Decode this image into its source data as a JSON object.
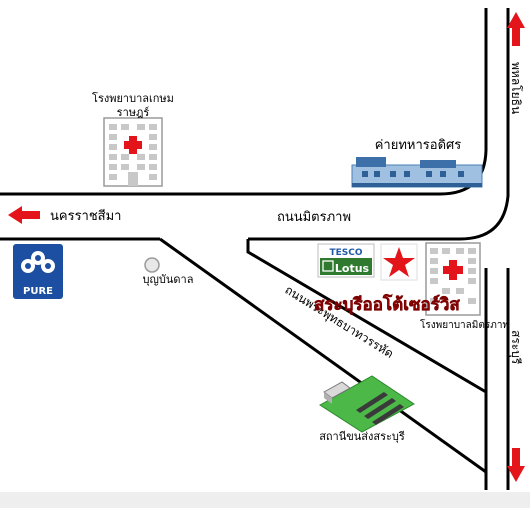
{
  "labels": {
    "nakhon_ratchasima": "นครราชสีมา",
    "mittraphap_road": "ถนนมิตรภาพ",
    "phahonyothin_road": "พหลโยธิน",
    "saraburi_right": "สระบุรี",
    "kasem_hospital_line1": "โรงพยาบาลเกษม",
    "kasem_hospital_line2": "ราษฎร์",
    "army_camp": "ค่ายทหารอดิศร",
    "bunyandan": "บุญบันดาล",
    "phraratsaeng_road": "ถนนพระพุทธบาทวรรหัด",
    "shop_name": "สระบุรีออโต้เซอร์วิส",
    "mittraphap_hospital": "โรงพยาบาลมิตรภาพ",
    "bus_station": "สถานีขนส่งสระบุรี",
    "cp_pure_logo": "PURE",
    "tesco_top": "TESCO",
    "tesco_bottom": "Lotus"
  },
  "colors": {
    "road": "#000000",
    "arrow": "#e3151a",
    "shop_text": "#e3151a",
    "star": "#e3151a",
    "cp_blue": "#1c4ea1",
    "grass": "#4cb848",
    "footer": "#eeeeee"
  },
  "icons": [
    "arrow-left-icon",
    "arrow-up-icon",
    "arrow-down-icon",
    "hospital-icon",
    "star-icon",
    "army-camp-icon",
    "bus-station-icon",
    "cp-pure-logo-icon",
    "tesco-lotus-logo-icon",
    "landmark-dot-icon"
  ]
}
